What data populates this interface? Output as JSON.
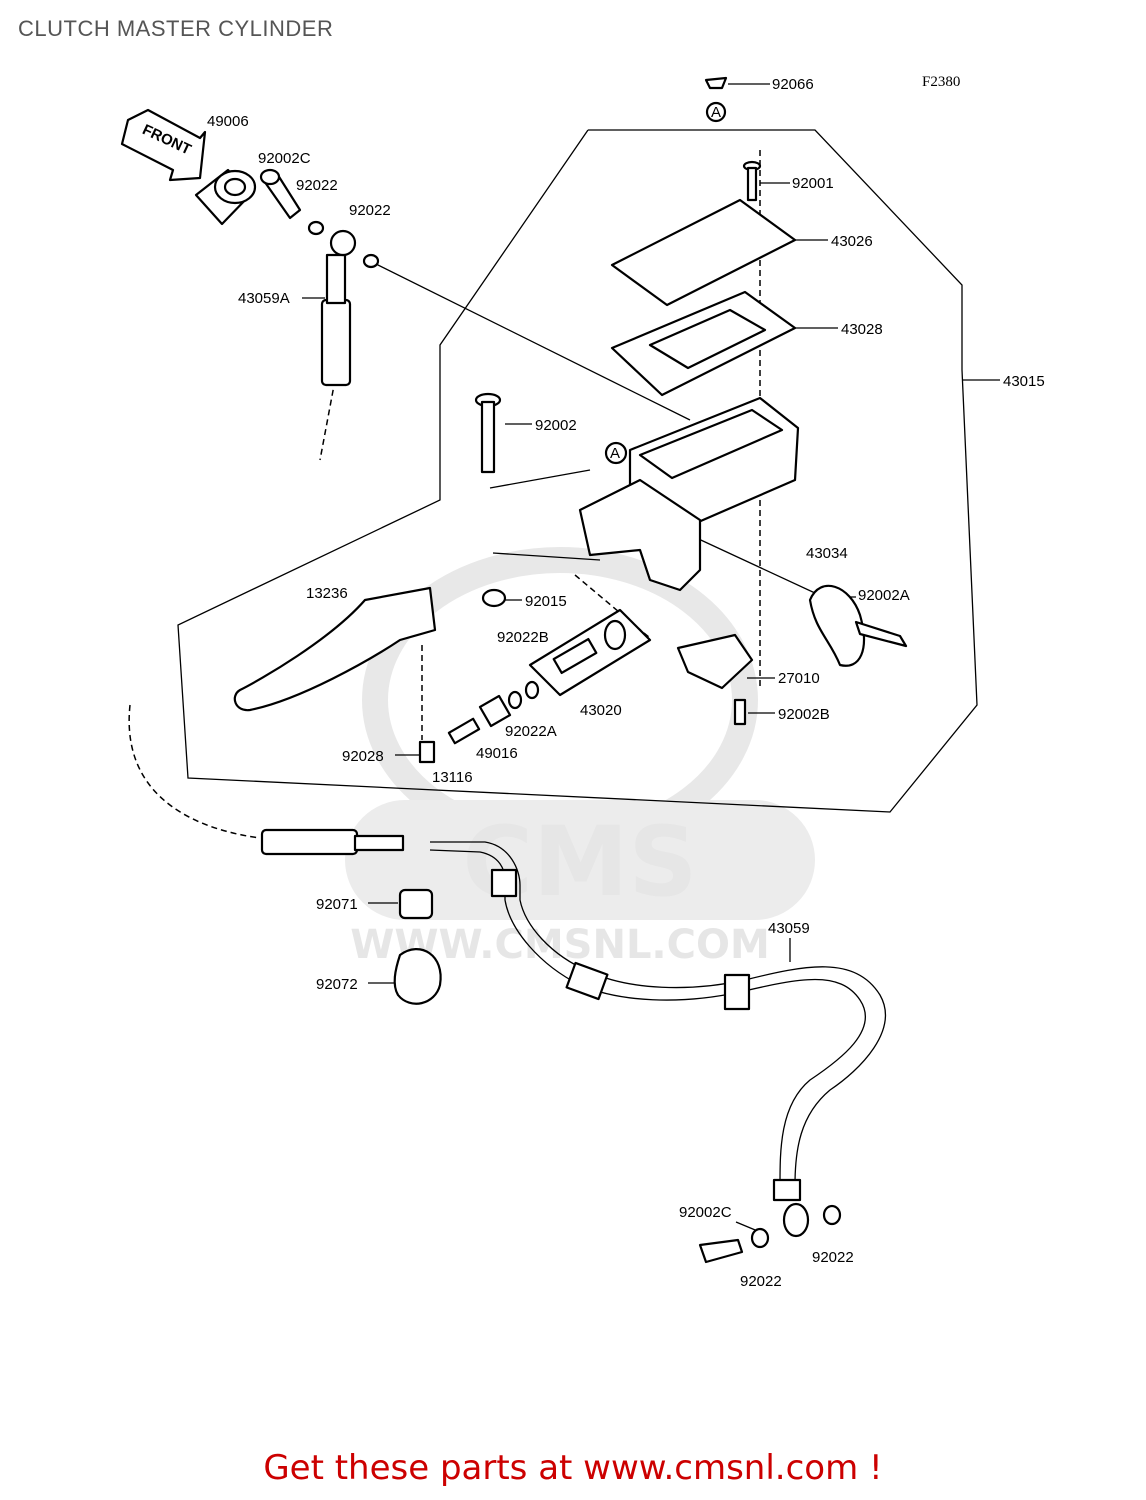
{
  "title": "CLUTCH MASTER CYLINDER",
  "diagram_code": "F2380",
  "front_arrow_label": "FRONT",
  "ref_marker": "A",
  "watermark": {
    "logo": "CMS",
    "url": "WWW.CMSNL.COM"
  },
  "parts": [
    {
      "label": "92066"
    },
    {
      "label": "49006"
    },
    {
      "label": "92002C"
    },
    {
      "label": "92022"
    },
    {
      "label": "92022"
    },
    {
      "label": "43059A"
    },
    {
      "label": "92001"
    },
    {
      "label": "43026"
    },
    {
      "label": "43028"
    },
    {
      "label": "43015"
    },
    {
      "label": "92002"
    },
    {
      "label": "43034"
    },
    {
      "label": "92002A"
    },
    {
      "label": "13236"
    },
    {
      "label": "92015"
    },
    {
      "label": "92022B"
    },
    {
      "label": "43020"
    },
    {
      "label": "27010"
    },
    {
      "label": "92002B"
    },
    {
      "label": "92022A"
    },
    {
      "label": "92028"
    },
    {
      "label": "49016"
    },
    {
      "label": "13116"
    },
    {
      "label": "92071"
    },
    {
      "label": "43059"
    },
    {
      "label": "92072"
    },
    {
      "label": "92002C"
    },
    {
      "label": "92022"
    },
    {
      "label": "92022"
    }
  ],
  "footer": "Get these parts at www.cmsnl.com !"
}
